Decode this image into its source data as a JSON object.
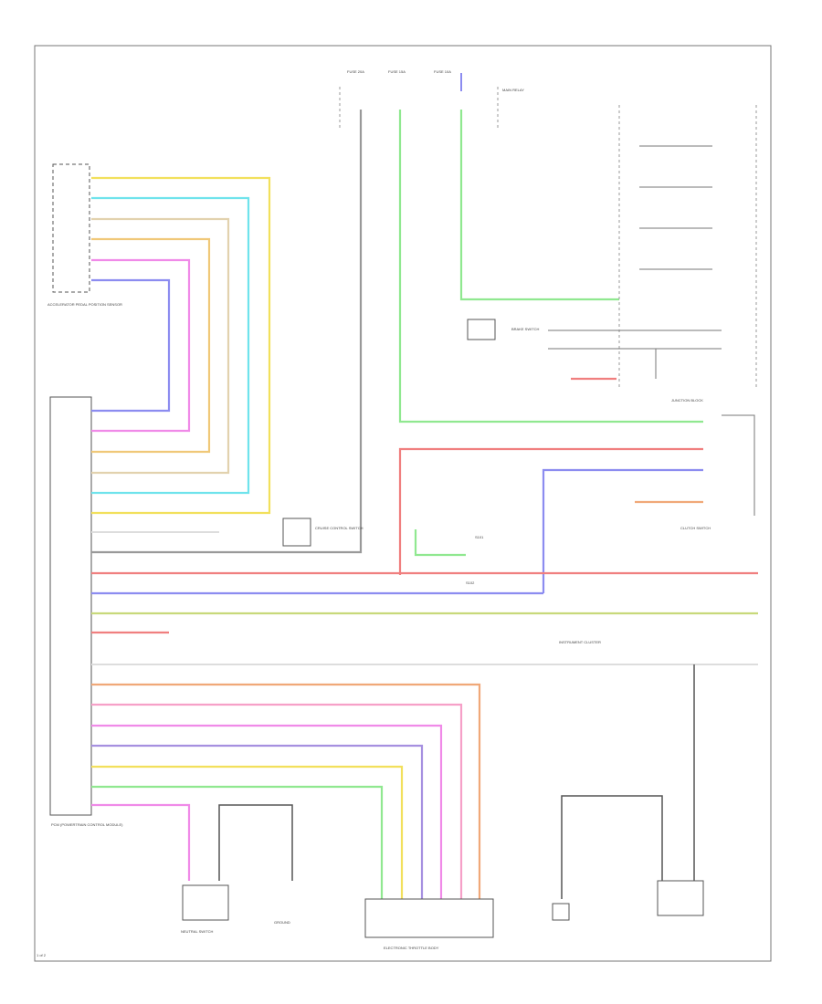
{
  "diagram": {
    "page_number": "1 of 2",
    "labels": {
      "pcm_module": "PCM (POWERTRAIN CONTROL MODULE)",
      "pedal_sensor": "ACCELERATOR PEDAL POSITION SENSOR",
      "fuse_1": "FUSE 20A",
      "fuse_2": "FUSE 15A",
      "fuse_3": "FUSE 10A",
      "relay_main": "MAIN RELAY",
      "brake_switch": "BRAKE SWITCH",
      "clutch_switch": "CLUTCH SWITCH",
      "neutral_switch": "NEUTRAL SWITCH",
      "throttle_body": "ELECTRONIC THROTTLE BODY",
      "junction_block": "JUNCTION BLOCK",
      "instrument_cluster": "INSTRUMENT CLUSTER",
      "ground": "GROUND",
      "cruise_switch": "CRUISE CONTROL SWITCH",
      "splice_1": "S101",
      "splice_2": "S102"
    },
    "wire_colors": {
      "yellow": "#f2e05c",
      "light_blue": "#6fe3ec",
      "tan": "#e2d2ae",
      "orange": "#f0c878",
      "pink": "#f08ae8",
      "blue": "#8c8cf0",
      "green": "#90e890",
      "red": "#f07f7f",
      "lime": "#c8d97a",
      "light_pink": "#f6a0c8",
      "violet": "#a690e0",
      "peach": "#f0a878",
      "gray": "#999999",
      "black": "#555555",
      "white": "#dddddd"
    }
  }
}
